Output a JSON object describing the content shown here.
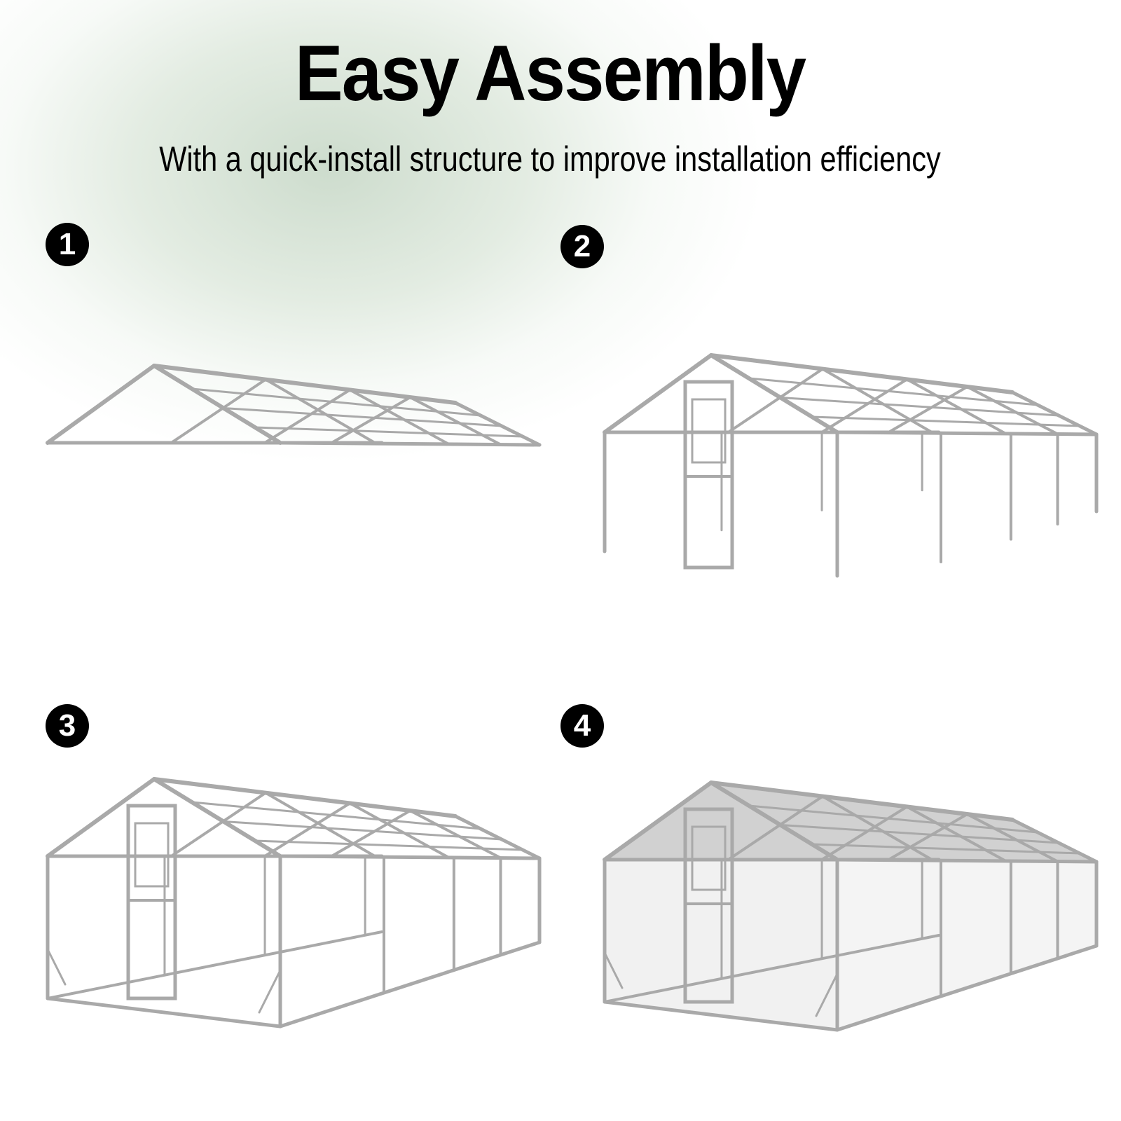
{
  "header": {
    "title": "Easy Assembly",
    "subtitle": "With a quick-install structure to improve installation efficiency"
  },
  "steps": [
    {
      "number": "1"
    },
    {
      "number": "2"
    },
    {
      "number": "3"
    },
    {
      "number": "4"
    }
  ],
  "colors": {
    "frame": "#a9a9a9",
    "roof": "#c9c9c9",
    "badge": "#000000"
  }
}
